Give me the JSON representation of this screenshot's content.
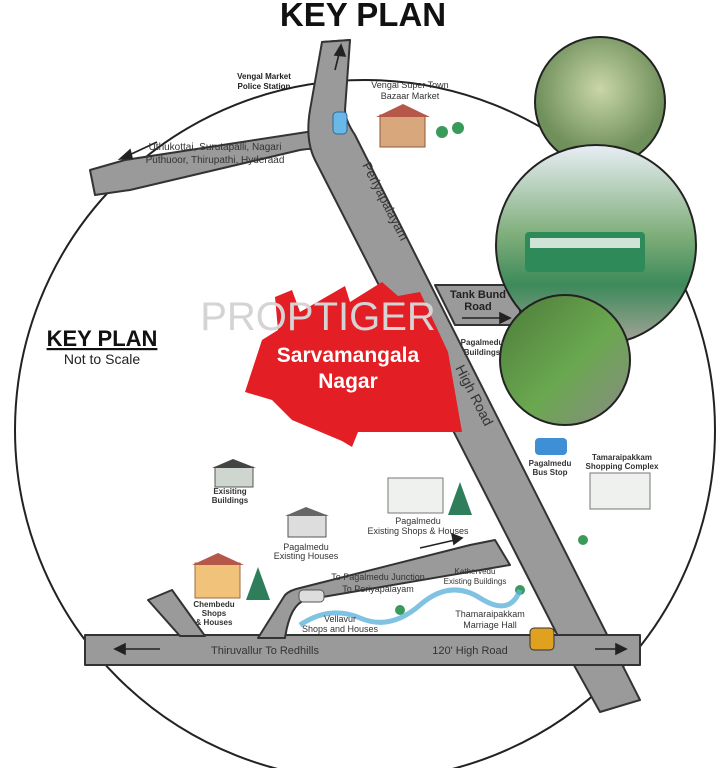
{
  "title": "KEY PLAN",
  "legend": {
    "heading": "KEY PLAN",
    "note": "Not to Scale"
  },
  "watermark": "PROPTIGER",
  "project": {
    "line1": "Sarvamangala",
    "line2": "Nagar",
    "color": "#e31e24"
  },
  "roads": {
    "periyapalayam": "Periyapalayam",
    "high_road": "High Road",
    "uthukottai_1": "Uthukottai, Surutapalli, Nagari",
    "uthukottai_2": "Puthuoor, Thirupathi, Hyderaad",
    "tank_bund_1": "Tank Bund",
    "tank_bund_2": "Road",
    "junction_1": "To Pagalmedu Junction",
    "junction_2": "To Periyapalayam",
    "thiruvallur": "Thiruvallur To Redhills",
    "high_road_120": "120' High Road"
  },
  "landmarks": {
    "police_1": "Vengal Market",
    "police_2": "Police Station",
    "bazaar_1": "Vengal Super Town",
    "bazaar_2": "Bazaar Market",
    "pag_bldg_1": "Pagalmedu",
    "pag_bldg_2": "Buildings",
    "bus_1": "Pagalmedu",
    "bus_2": "Bus Stop",
    "tam_shop_1": "Tamaraipakkam",
    "tam_shop_2": "Shopping Complex",
    "exist_1": "Exisiting",
    "exist_2": "Buildings",
    "pag_shops_1": "Pagalmedu",
    "pag_shops_2": "Existing Shops & Houses",
    "pag_houses_1": "Pagalmedu",
    "pag_houses_2": "Existing Houses",
    "chembedu_1": "Chembedu",
    "chembedu_2": "Shops",
    "chembedu_3": "& Houses",
    "kather_1": "Kathervedu",
    "kather_2": "Existing Buildings",
    "vellavur_1": "Vellavur",
    "vellavur_2": "Shops and Houses",
    "hall_1": "Thamaraipakkam",
    "hall_2": "Marriage Hall"
  },
  "colors": {
    "road": "#9a9a9a",
    "road_edge": "#333333",
    "water": "#5fb3d9",
    "tree": "#2e7d5b"
  }
}
